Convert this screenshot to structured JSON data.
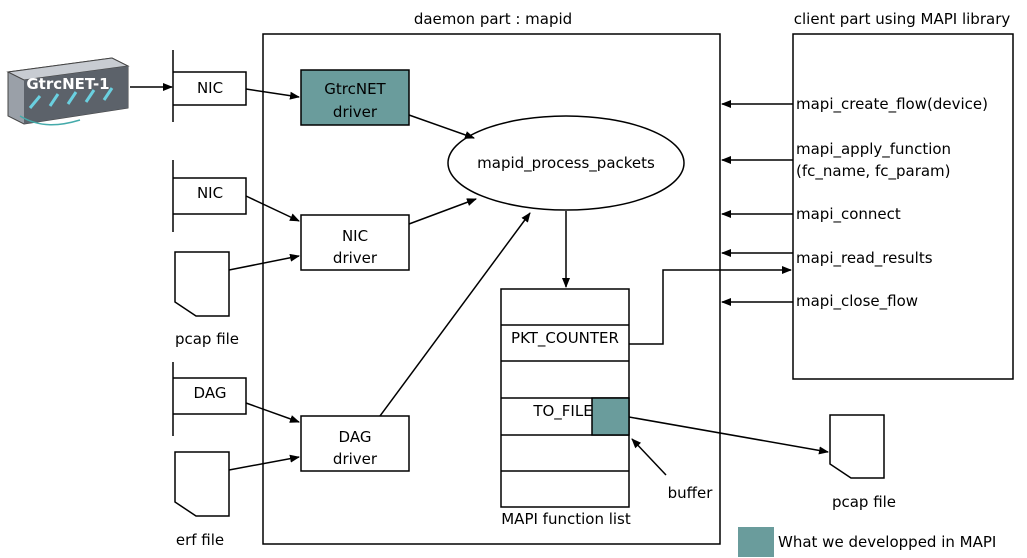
{
  "labels": {
    "daemon_title": "daemon part : mapid",
    "client_title": "client part using MAPI library",
    "device_label": "GtrcNET-1",
    "nic1": "NIC",
    "nic2": "NIC",
    "dag": "DAG",
    "pcap_in": "pcap file",
    "erf_in": "erf file",
    "gtrcnet_driver": [
      "GtrcNET",
      "driver"
    ],
    "nic_driver": [
      "NIC",
      "driver"
    ],
    "dag_driver": [
      "DAG",
      "driver"
    ],
    "process": "mapid_process_packets",
    "function_list_title": "MAPI function list",
    "pkt_counter": "PKT_COUNTER",
    "to_file": "TO_FILE",
    "buffer": "buffer",
    "pcap_out": "pcap file",
    "legend": "What we developped in MAPI"
  },
  "client_calls": [
    "mapi_create_flow(device)",
    "mapi_apply_function",
    "(fc_name, fc_param)",
    "mapi_connect",
    "mapi_read_results",
    "mapi_close_flow"
  ],
  "colors": {
    "developed": "#6a9c9c"
  }
}
